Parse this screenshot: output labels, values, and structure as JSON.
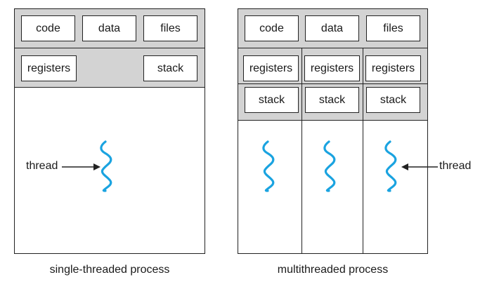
{
  "single": {
    "code": "code",
    "data": "data",
    "files": "files",
    "registers": "registers",
    "stack": "stack",
    "thread_label": "thread",
    "caption": "single-threaded process"
  },
  "multi": {
    "code": "code",
    "data": "data",
    "files": "files",
    "registers": [
      "registers",
      "registers",
      "registers"
    ],
    "stacks": [
      "stack",
      "stack",
      "stack"
    ],
    "thread_label": "thread",
    "caption": "multithreaded process"
  },
  "colors": {
    "thread": "#1aa3e0",
    "band": "#d3d3d3",
    "outline": "#222222"
  },
  "icons": {
    "thread": "wavy-line-icon",
    "arrow": "arrow-icon"
  }
}
